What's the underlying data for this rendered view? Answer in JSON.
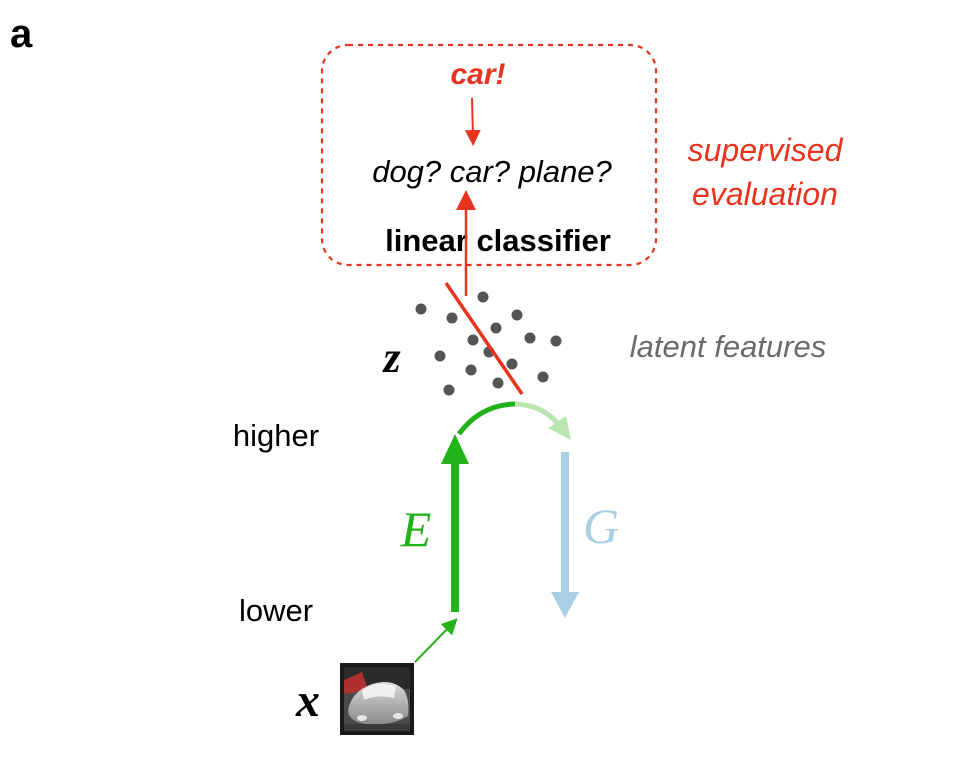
{
  "panel_label": "a",
  "evaluation": {
    "output_label": "car!",
    "question": "dog? car? plane?",
    "classifier_label": "linear classifier",
    "note_line1": "supervised",
    "note_line2": "evaluation"
  },
  "latent": {
    "symbol": "z",
    "caption": "latent features"
  },
  "levels": {
    "higher": "higher",
    "lower": "lower"
  },
  "encoder": {
    "symbol": "E"
  },
  "generator": {
    "symbol": "G"
  },
  "input": {
    "symbol": "x"
  },
  "colors": {
    "red": "#e8331f",
    "green": "#22b21a",
    "light_green": "#b9e6b0",
    "light_blue": "#a9cfe6",
    "gray_text": "#6b6b6b",
    "dot": "#555555"
  },
  "icons": {
    "input_image": "car-photo-icon"
  }
}
